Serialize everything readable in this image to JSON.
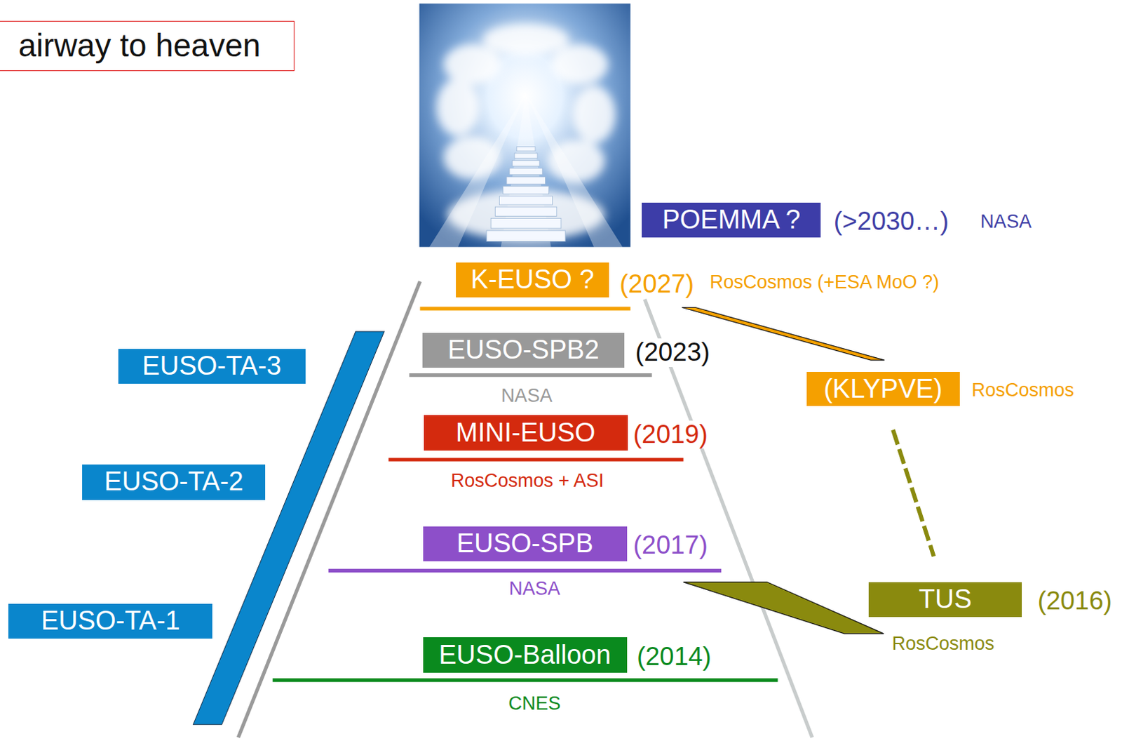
{
  "diagram": {
    "title": "airway to heaven",
    "nodes": [
      {
        "text": [
          "POEMMA ?"
        ]
      },
      {
        "text": [
          "K-EUSO ?"
        ]
      },
      {
        "text": [
          "EUSO-TA-3"
        ]
      },
      {
        "text": [
          "EUSO-SPB2"
        ]
      },
      {
        "text": [
          "(KLYPVE)"
        ]
      },
      {
        "text": [
          "MINI-EUSO"
        ]
      },
      {
        "text": [
          "EUSO-TA-2"
        ]
      },
      {
        "text": [
          "EUSO-SPB"
        ]
      },
      {
        "text": [
          "TUS"
        ]
      },
      {
        "text": [
          "EUSO-TA-1"
        ]
      },
      {
        "text": [
          "EUSO-Balloon"
        ]
      }
    ],
    "edges": [
      {
        "from": 1,
        "to": 4,
        "arrow": "none"
      },
      {
        "from": 4,
        "to": 8,
        "arrow": "none"
      },
      {
        "from": 7,
        "to": 8,
        "arrow": "none"
      }
    ],
    "labels": [
      "(>2030…)",
      "NASA",
      "(2027)",
      "RosCosmos (+ESA MoO ?)",
      "(2023)",
      "NASA",
      "RosCosmos",
      "(2019)",
      "RosCosmos + ASI",
      "(2017)",
      "NASA",
      "(2016)",
      "RosCosmos",
      "(2014)",
      "CNES"
    ]
  }
}
